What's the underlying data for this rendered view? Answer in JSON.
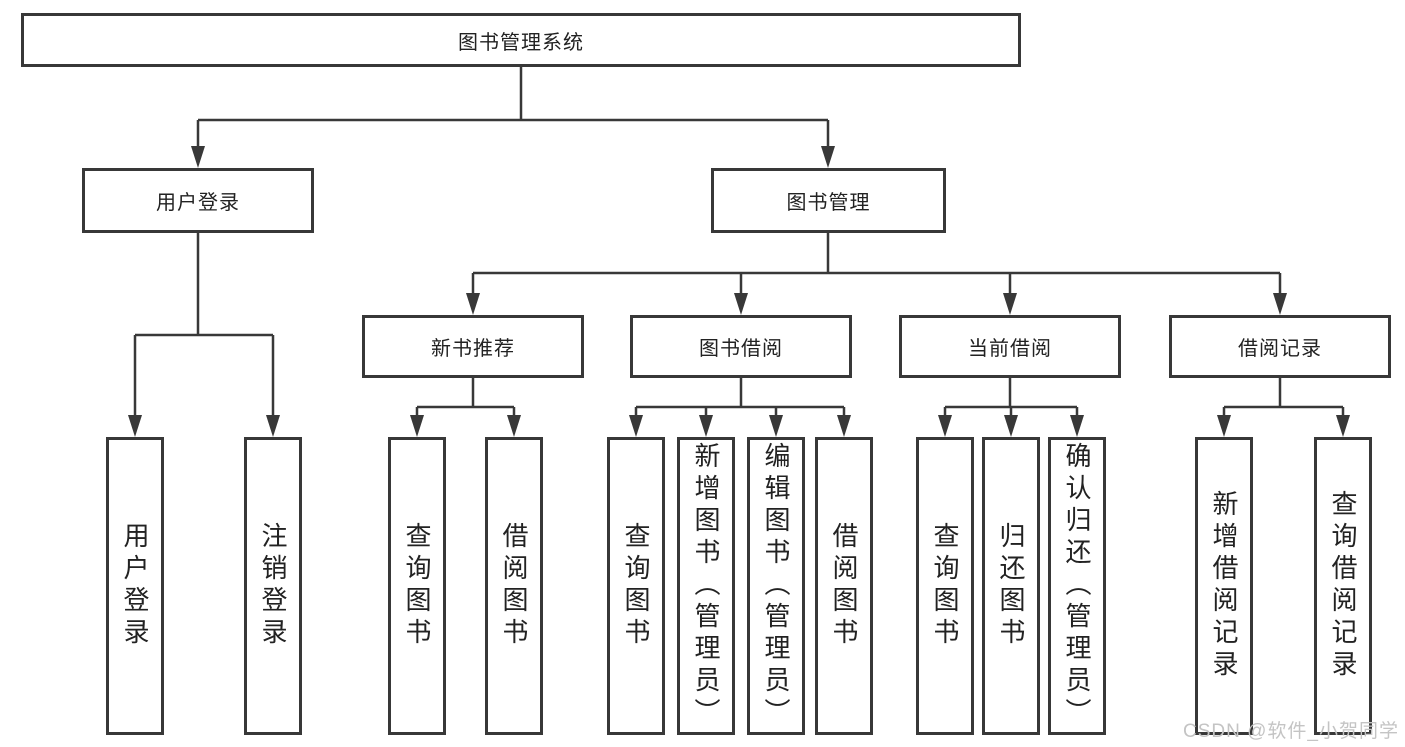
{
  "watermark": "CSDN @软件_小贺同学",
  "colors": {
    "line": "#383838",
    "box_border": "#383838",
    "box_fill": "#ffffff",
    "text": "#222222",
    "watermark": "#c4c4c4",
    "background": "#ffffff"
  },
  "tree": {
    "label": "图书管理系统",
    "children": [
      {
        "label": "用户登录",
        "children": [
          {
            "label": "用户登录"
          },
          {
            "label": "注销登录"
          }
        ]
      },
      {
        "label": "图书管理",
        "children": [
          {
            "label": "新书推荐",
            "children": [
              {
                "label": "查询图书"
              },
              {
                "label": "借阅图书"
              }
            ]
          },
          {
            "label": "图书借阅",
            "children": [
              {
                "label": "查询图书"
              },
              {
                "label": "新增图书（管理员）"
              },
              {
                "label": "编辑图书（管理员）"
              },
              {
                "label": "借阅图书"
              }
            ]
          },
          {
            "label": "当前借阅",
            "children": [
              {
                "label": "查询图书"
              },
              {
                "label": "归还图书"
              },
              {
                "label": "确认归还（管理员）"
              }
            ]
          },
          {
            "label": "借阅记录",
            "children": [
              {
                "label": "新增借阅记录"
              },
              {
                "label": "查询借阅记录"
              }
            ]
          }
        ]
      }
    ]
  }
}
